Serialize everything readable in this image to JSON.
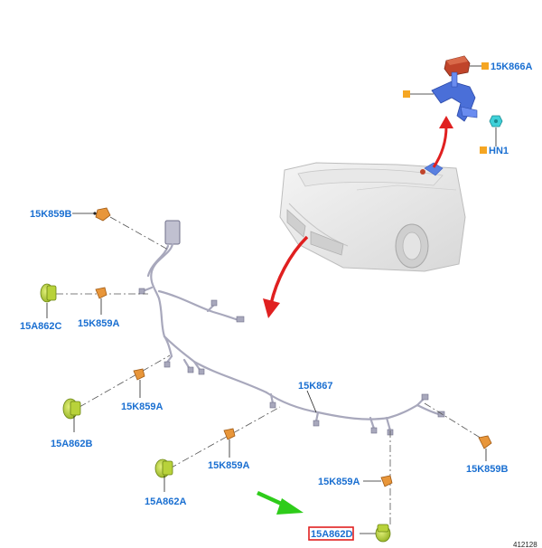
{
  "labels": {
    "p15K866A": "15K866A",
    "pHN1": "HN1",
    "p15K859B_top": "15K859B",
    "p15A862C": "15A862C",
    "p15K859A_1": "15K859A",
    "p15A862B": "15A862B",
    "p15K859A_2": "15K859A",
    "p15K867": "15K867",
    "p15K859A_3": "15K859A",
    "p15A862A": "15A862A",
    "p15K859A_4": "15K859A",
    "p15K859B_right": "15K859B",
    "p15A862D": "15A862D"
  },
  "reference": "412128",
  "colors": {
    "label_blue": "#1a6fd1",
    "marker_orange": "#f5a623",
    "highlight_red": "#e02020",
    "arrow_red": "#e02020",
    "arrow_green": "#2ecc1a",
    "sensor_green": "#a8c62a",
    "clip_orange": "#e8963a",
    "harness_gray": "#a8a8bc",
    "bracket_blue": "#4a6fd8",
    "module_red": "#c0442a",
    "hn1_cyan": "#3fd0d8"
  },
  "icons": [
    "arrow-icon",
    "sensor-icon",
    "clip-icon",
    "harness-icon",
    "vehicle-icon",
    "bracket-icon",
    "module-icon"
  ]
}
